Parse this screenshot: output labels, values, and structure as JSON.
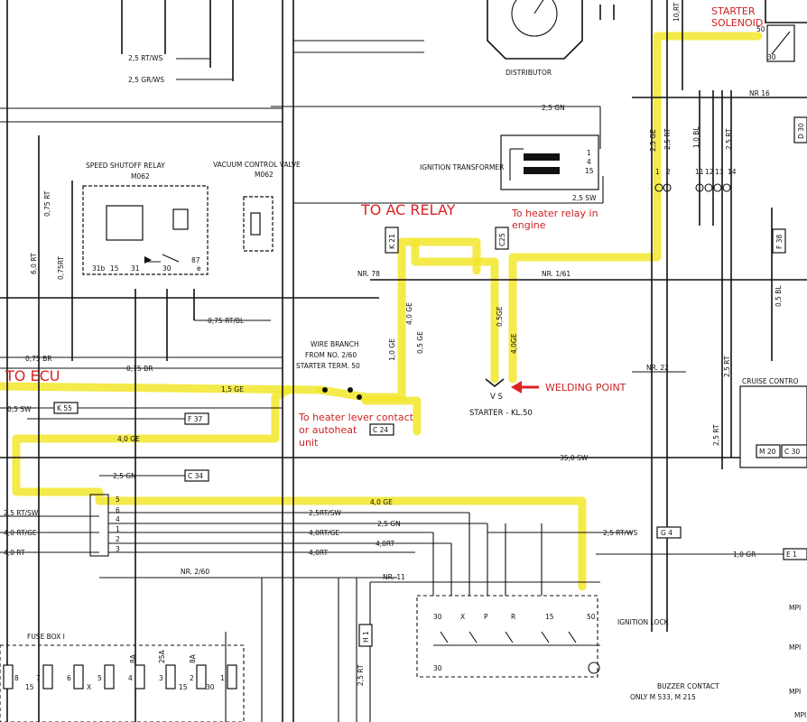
{
  "annotations": {
    "starter_solenoid": [
      "STARTER",
      "SOLENOID"
    ],
    "to_ac_relay": "TO AC RELAY",
    "to_heater_relay": [
      "To heater relay in",
      "engine"
    ],
    "to_ecu": "TO ECU",
    "welding_point": "WELDING POINT",
    "to_heater_lever": [
      "To heater lever contact",
      "or autoheat",
      "unit"
    ]
  },
  "components": {
    "distributor": "DISTRIBUTOR",
    "ignition_transformer": "IGNITION TRANSFORMER",
    "speed_shutoff_relay": [
      "SPEED SHUTOFF RELAY",
      "M062"
    ],
    "vacuum_control_valve": [
      "VACUUM CONTROL VALVE",
      "M062"
    ],
    "wire_branch": [
      "WIRE BRANCH",
      "FROM NO. 2/60",
      "STARTER TERM. 50"
    ],
    "starter": "STARTER - KL.50",
    "starter_vs": "V S",
    "cruise_control": "CRUISE CONTRO",
    "ignition_lock": "IGNITION LOCK",
    "fuse_box": "FUSE BOX I",
    "buzzer_contact": [
      "BUZZER CONTACT",
      "ONLY M 533, M 215"
    ]
  },
  "wire_labels": {
    "rt_ws_top": "2,5 RT/WS",
    "gr_ws_top": "2,5 GR/WS",
    "gn_2_5": "2,5 GN",
    "sw_2_5": "2,5 SW",
    "rt_6": "6,0 RT",
    "rt_075": "0,75 RT",
    "rt_075b": "0,75RT",
    "rt_bl": "0,75 RT/BL",
    "br_075": "0,75 BR",
    "br_075b": "0,75 BR",
    "sw_05": "0,5 SW",
    "ge_15": "1,5 GE",
    "ge_40": "4,0 GE",
    "ge_40b": "4,0 GE",
    "ge_40c": "4,0 GE",
    "ge_40d": "4,0GE",
    "ge_10": "1,0 GE",
    "ge_05": "0,5 GE",
    "ge_05b": "0,5GE",
    "gn_25b": "2,5 GN",
    "sw_35": "35,0 SW",
    "rt_sw_25": "2,5 RT/SW",
    "rt_sw_25b": "2,5RT/SW",
    "rt_ge_40": "4,0 RT/GE",
    "rt_ge_40b": "4,0RT/GE",
    "rt_40": "4,0 RT",
    "rt_40b": "4,0RT",
    "rt_40c": "4,0RT",
    "gn_25c": "2,5 GN",
    "rt_ws_25": "2,5 RT/WS",
    "gr_10": "1,0 GR",
    "rt_25v": "2,5 RT",
    "ge_25v": "2,5 GE",
    "rt_25a": "2,5 RT",
    "rt_25b": "2,5 RT",
    "bl_10": "1,0 BL",
    "bl_05": "0,5 BL",
    "rt_25c": "2,5 RT",
    "rt_25d": "2,5 RT",
    "nr_16": "NR 16",
    "nr_78": "NR. 78",
    "nr_161": "NR. 1/61",
    "nr_22": "NR. 22",
    "nr_260": "NR. 2/60",
    "nr_11": "NR. 11",
    "ten_rt": "10,RT"
  },
  "connector_tags": {
    "k21": "K 21",
    "c25": "C25",
    "k55": "K 55",
    "f37": "F 37",
    "c24": "C 24",
    "c34": "C 34",
    "g4": "G 4",
    "e1": "E 1",
    "f38": "F 38",
    "d30": "D 30",
    "h1": "H 1",
    "m20": "M 20",
    "c30": "C 30",
    "mp1": "MPI",
    "mp2": "MPI",
    "mp3": "MPI",
    "mp4": "MPI"
  },
  "pins": {
    "relay": [
      "31b",
      "15",
      "31",
      "30",
      "87",
      "e"
    ],
    "harness": [
      "5",
      "6",
      "4",
      "1",
      "2",
      "3"
    ],
    "lock": [
      "30",
      "X",
      "P",
      "R",
      "15",
      "50"
    ],
    "lock_bottom": "30",
    "right_plug": [
      "1",
      "2",
      "11",
      "12",
      "13",
      "14"
    ],
    "transformer": [
      "1",
      "4",
      "15"
    ],
    "solenoid": [
      "50",
      "30"
    ],
    "fuses": [
      "8",
      "7",
      "6",
      "5",
      "4",
      "3",
      "2",
      "1"
    ],
    "fuse_sub": [
      "15",
      "X",
      "15",
      "30"
    ],
    "fuse_amps": [
      "8A",
      "25A",
      "8A"
    ]
  }
}
